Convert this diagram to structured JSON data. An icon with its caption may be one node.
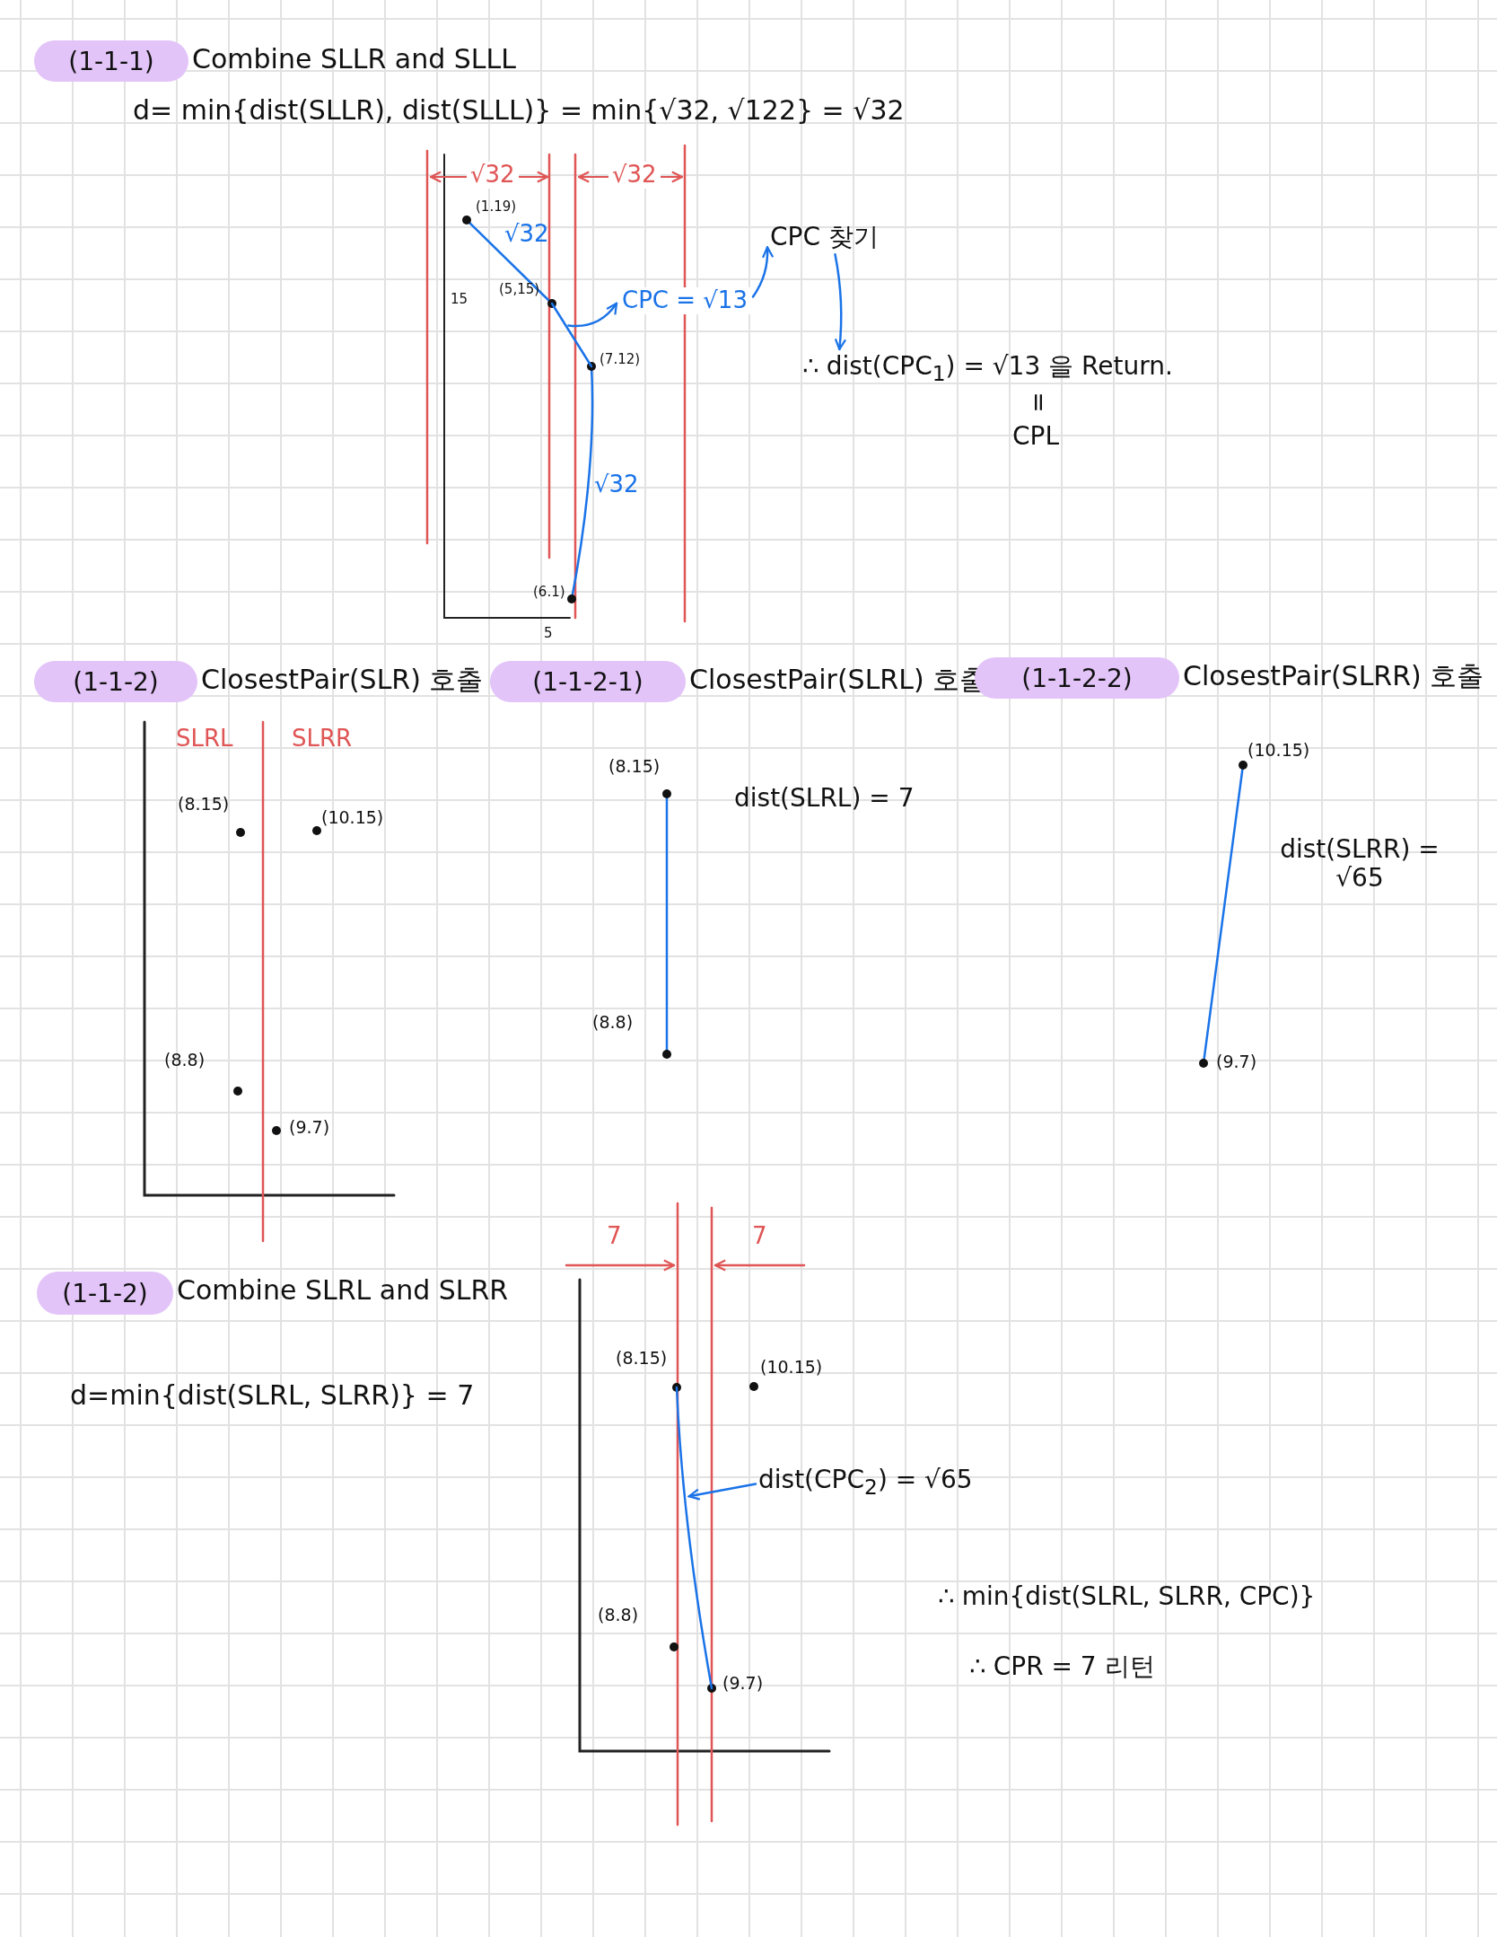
{
  "diagram": {
    "nodes": [
      {
        "text": [
          "(1-1-1)"
        ],
        "beside": [
          "Combine SLLR and SLLL"
        ]
      },
      {
        "text": [
          "(1-1-2)"
        ],
        "beside": [
          "ClosestPair(SLR) 호출"
        ]
      },
      {
        "text": [
          "(1-1-2-1)"
        ],
        "beside": [
          "ClosestPair(SLRL) 호출"
        ]
      },
      {
        "text": [
          "(1-1-2-2)"
        ],
        "beside": [
          "ClosestPair(SLRR) 호출"
        ]
      },
      {
        "text": [
          "(1-1-2)"
        ],
        "beside": [
          "Combine SLRL and SLRR"
        ]
      },
      {
        "text": [
          "CPC = √13"
        ]
      },
      {
        "text": [
          "CPC 찾기"
        ]
      },
      {
        "text": [
          "∴ dist(CPC$_{1}$) = √13 을 Return."
        ]
      },
      {
        "text": [
          "dist(CPC$_{2}$) = √65"
        ]
      },
      {
        "text": [],
        "shape": "line"
      },
      {
        "text": [],
        "shape": "line"
      }
    ],
    "edges": [
      {
        "from": 10,
        "to": 5,
        "arrow": "to"
      },
      {
        "from": 5,
        "to": 6,
        "arrow": "to"
      },
      {
        "from": 6,
        "to": 7,
        "arrow": "to"
      },
      {
        "from": 8,
        "to": 9,
        "arrow": "to"
      }
    ],
    "labels": [
      "d= min{dist(SLLR), dist(SLLL)} = min{√32, √122} = √32",
      "√32",
      "√32",
      "(1.19)",
      "√32",
      "15",
      "(5,15)",
      "(7.12)",
      "√32",
      "(6.1)",
      "5",
      "=",
      "CPL",
      "SLRL",
      "SLRR",
      "(8.15)",
      "(10.15)",
      "(8.8)",
      "(9.7)",
      "(8.15)",
      "dist(SLRL) = 7",
      "(8.8)",
      "(10.15)",
      "dist(SLRR) = √65",
      "(9.7)",
      "d=min{dist(SLRL, SLRR)} = 7",
      "7",
      "7",
      "(8.15)",
      "(10.15)",
      "(8.8)",
      "(9.7)",
      "∴ min{dist(SLRL, SLRR, CPC)}",
      "∴ CPR = 7 리턴"
    ]
  }
}
